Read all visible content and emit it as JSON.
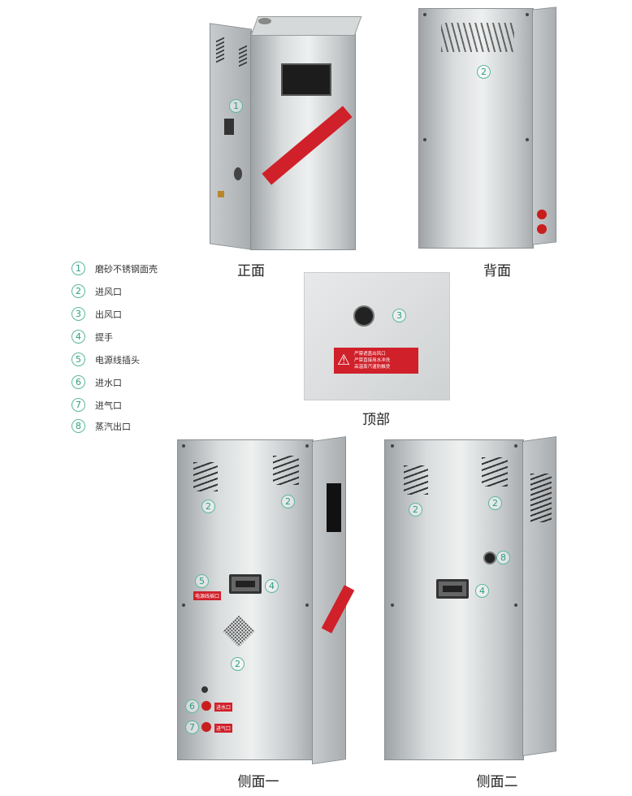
{
  "captions": {
    "front": "正面",
    "back": "背面",
    "top": "顶部",
    "side1": "侧面一",
    "side2": "侧面二"
  },
  "legend": [
    {
      "num": "1",
      "label": "磨砂不锈钢面壳"
    },
    {
      "num": "2",
      "label": "进风口"
    },
    {
      "num": "3",
      "label": "出风口"
    },
    {
      "num": "4",
      "label": "提手"
    },
    {
      "num": "5",
      "label": "电源线插头"
    },
    {
      "num": "6",
      "label": "进水口"
    },
    {
      "num": "7",
      "label": "进气口"
    },
    {
      "num": "8",
      "label": "蒸汽出口"
    }
  ],
  "tags": {
    "power": "电源线插口",
    "water_in": "进水口",
    "air_in": "进气口"
  },
  "warning": [
    "严禁遮盖出风口",
    "严禁直接用水冲洗",
    "高温蒸汽谨防触烫"
  ],
  "colors": {
    "marker": "#2a9d7f",
    "red": "#d0202a"
  }
}
